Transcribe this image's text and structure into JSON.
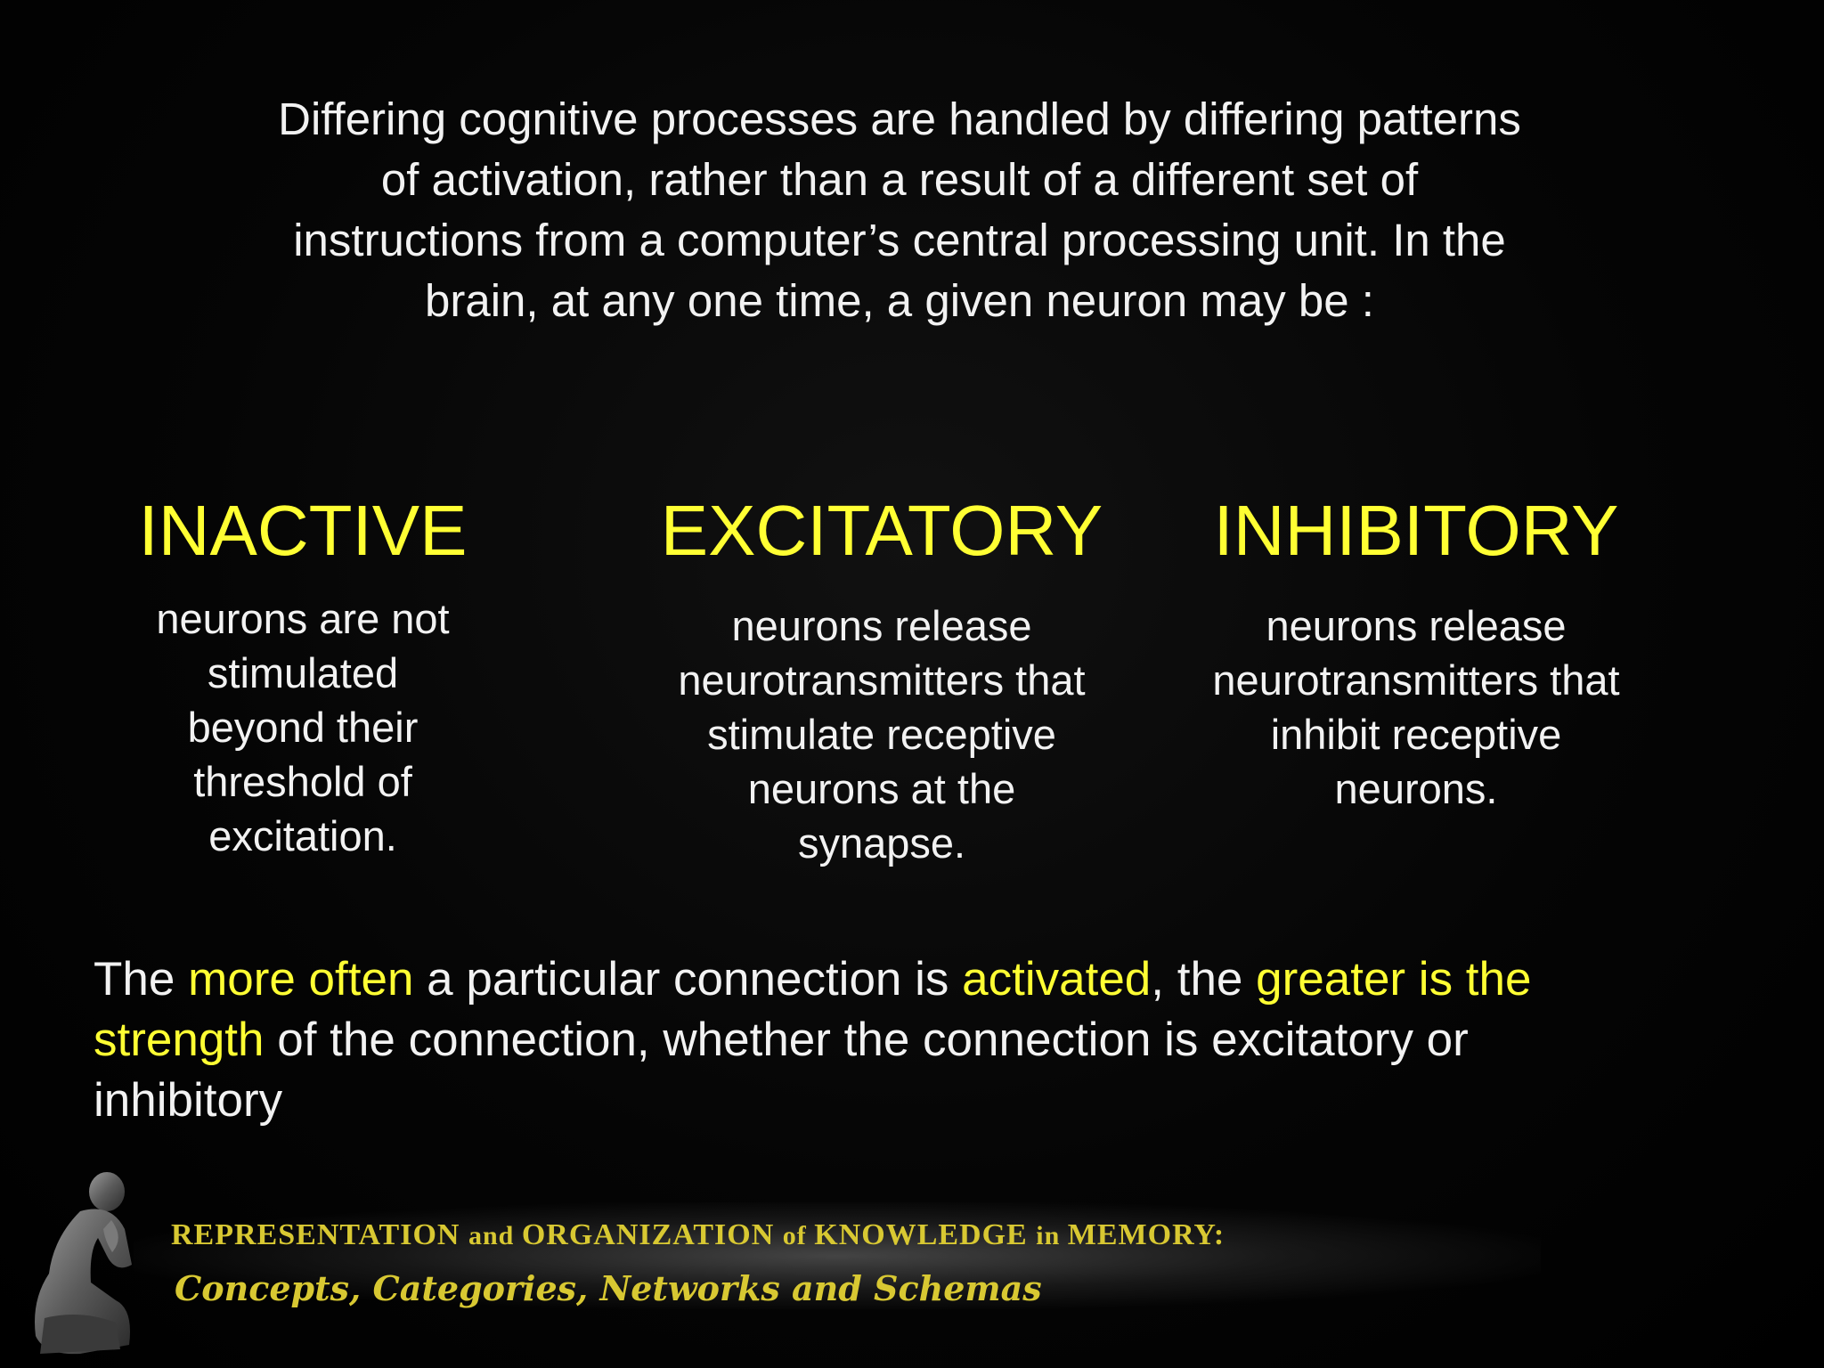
{
  "intro": {
    "line1": "Differing cognitive processes are handled by differing patterns",
    "line2": "of activation, rather than a result of a different set of",
    "line3": "instructions from a computer’s central processing unit. In the",
    "line4": "brain, at any one time, a given neuron may be :"
  },
  "columns": [
    {
      "heading": "INACTIVE",
      "lines": [
        "neurons are not",
        "stimulated",
        "beyond their",
        "threshold of",
        "excitation."
      ]
    },
    {
      "heading": "EXCITATORY",
      "lines": [
        "neurons release",
        "neurotransmitters that",
        "stimulate receptive",
        "neurons at the",
        "synapse."
      ]
    },
    {
      "heading": "INHIBITORY",
      "lines": [
        "neurons release",
        "neurotransmitters that",
        "inhibit receptive",
        "neurons."
      ]
    }
  ],
  "summary": {
    "p1": "The ",
    "h1": "more often",
    "p2": " a particular connection is ",
    "h2": "activated",
    "p3": ", the ",
    "h3": "greater is the",
    "h4": "strength",
    "p4": " of the connection, whether the connection is excitatory or",
    "p5": "inhibitory"
  },
  "footer": {
    "t1": "REPRESENTATION ",
    "t2": "and ",
    "t3": "ORGANIZATION ",
    "t4": "of ",
    "t5": "KNOWLEDGE ",
    "t6": "in ",
    "t7": "MEMORY:",
    "subtitle": "Concepts, Categories, Networks and Schemas"
  },
  "colors": {
    "highlight": "#ffff33",
    "footer_text": "#d8c832",
    "body_text": "#f2f2f2",
    "background": "#000000"
  },
  "icons": {
    "statue": "thinker-statue-icon"
  }
}
